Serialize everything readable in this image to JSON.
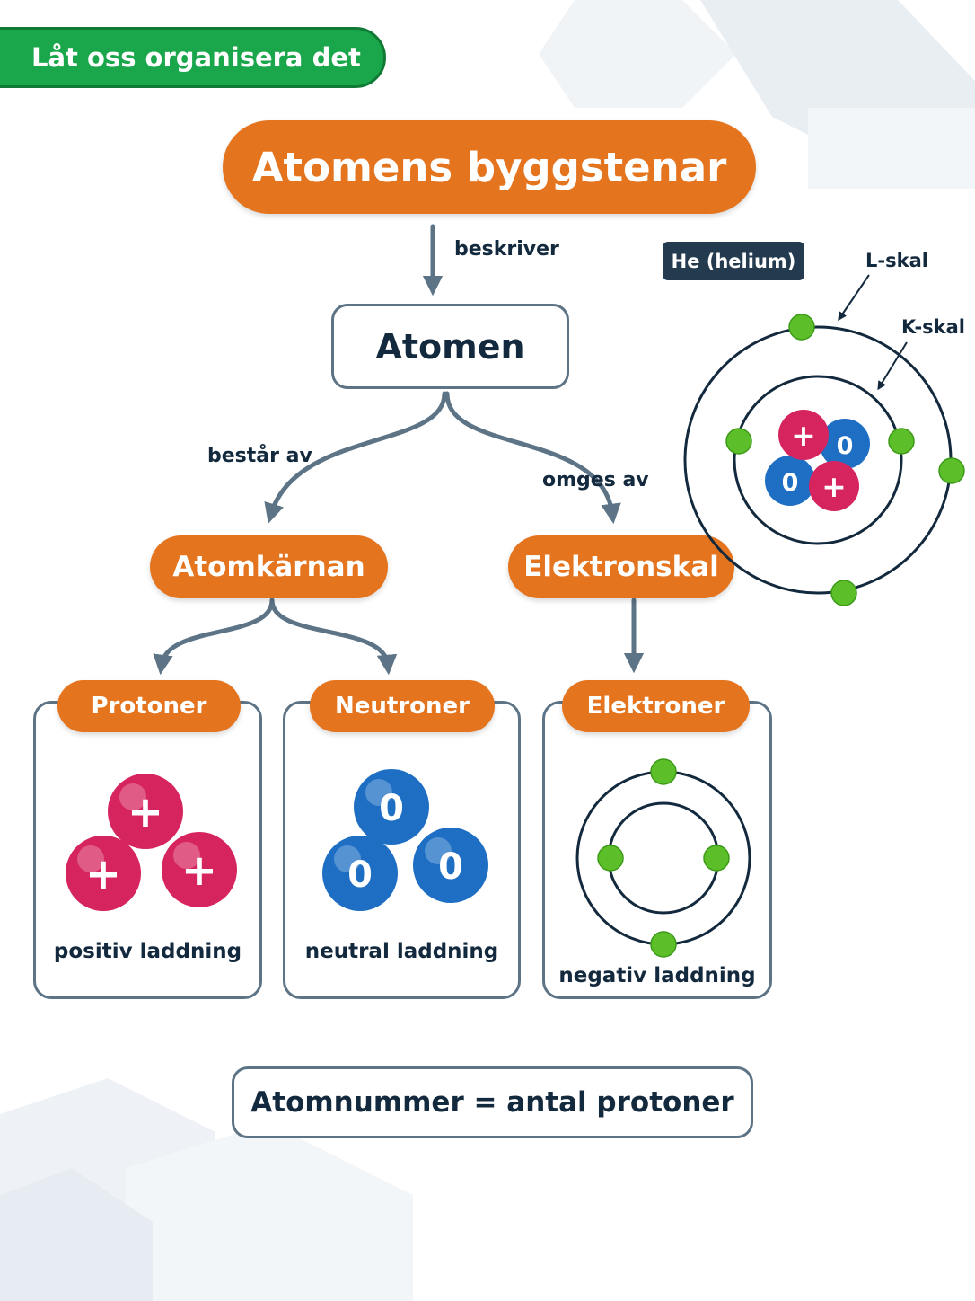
{
  "header": {
    "tag": "Låt oss organisera det",
    "title": "Atomens byggstenar"
  },
  "nodes": {
    "atom": "Atomen",
    "nucleus": "Atomkärnan",
    "shell": "Elektronskal",
    "protons": "Protoner",
    "neutrons": "Neutroner",
    "electrons": "Elektroner"
  },
  "edges": {
    "describes": "beskriver",
    "consists_of": "består av",
    "surrounded_by": "omges av"
  },
  "charges": {
    "protons": "positiv laddning",
    "neutrons": "neutral laddning",
    "electrons": "negativ laddning"
  },
  "symbols": {
    "plus": "+",
    "zero": "0"
  },
  "helium": {
    "label": "He (helium)",
    "l_shell": "L-skal",
    "k_shell": "K-skal"
  },
  "formula": "Atomnummer = antal protoner",
  "colors": {
    "orange": "#e4741e",
    "green_tag": "#1aa64a",
    "proton": "#d6245e",
    "neutron": "#1e6fc4",
    "electron": "#5cbf2a",
    "line": "#5d7486",
    "dark": "#13293d"
  }
}
